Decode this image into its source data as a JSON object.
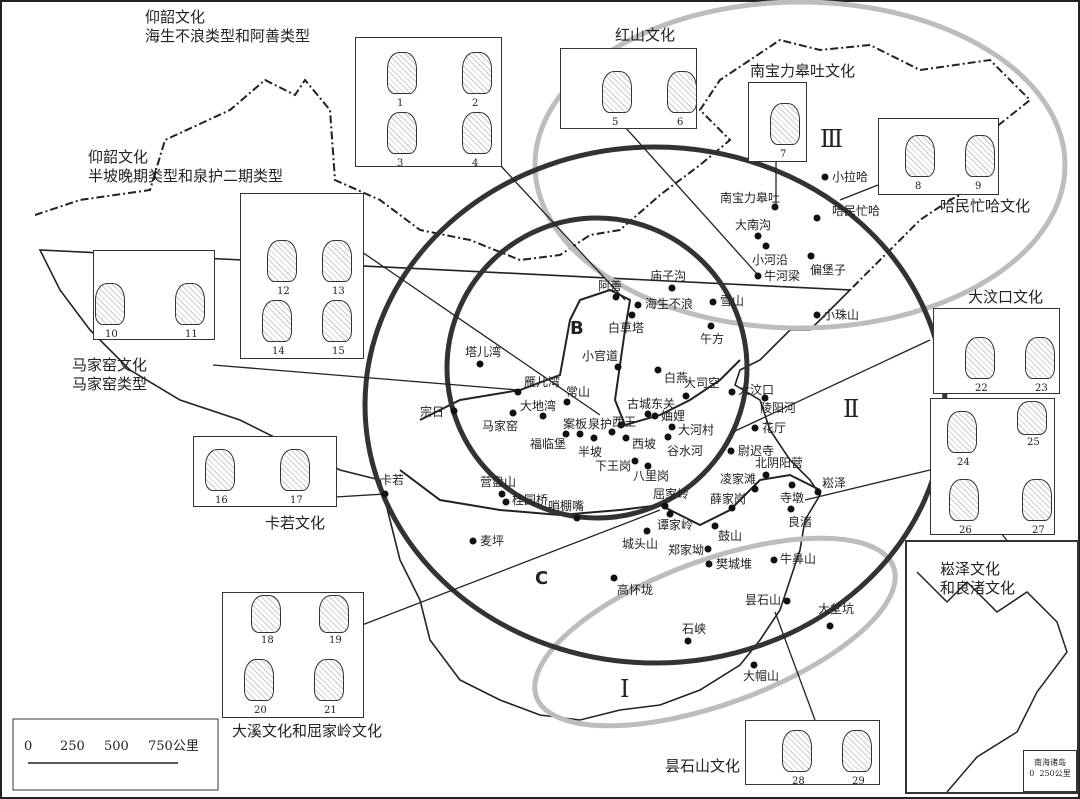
{
  "cultures": [
    {
      "id": "yangshao-hai",
      "lines": [
        "仰韶文化",
        "海生不浪类型和阿善类型"
      ]
    },
    {
      "id": "hongshan",
      "lines": [
        "红山文化"
      ]
    },
    {
      "id": "nanbao",
      "lines": [
        "南宝力皋吐文化"
      ]
    },
    {
      "id": "hamin",
      "lines": [
        "哈民忙哈文化"
      ]
    },
    {
      "id": "yangshao-banpo",
      "lines": [
        "仰韶文化",
        "半坡晚期类型和泉护二期类型"
      ]
    },
    {
      "id": "majiayao",
      "lines": [
        "马家窑文化",
        "马家窑类型"
      ]
    },
    {
      "id": "dawenkou",
      "lines": [
        "大汶口文化"
      ]
    },
    {
      "id": "karuo",
      "lines": [
        "卡若文化"
      ]
    },
    {
      "id": "daxi",
      "lines": [
        "大溪文化和屈家岭文化"
      ]
    },
    {
      "id": "songze",
      "lines": [
        "崧泽文化",
        "和良渚文化"
      ]
    },
    {
      "id": "tanshishan",
      "lines": [
        "昙石山文化"
      ]
    }
  ],
  "zones": {
    "roman": [
      "Ⅲ",
      "Ⅱ",
      "Ⅰ"
    ],
    "letters": [
      "B",
      "C"
    ]
  },
  "sites": [
    "阿善",
    "海生不浪",
    "白草塔",
    "庙子沟",
    "雪山",
    "午方",
    "小官道",
    "白燕",
    "大司空",
    "大汶口",
    "塔儿湾",
    "雁儿湾",
    "常山",
    "宗日",
    "马家窑",
    "大地湾",
    "古城东关",
    "西王",
    "妯娌",
    "大河村",
    "案板",
    "泉护",
    "福临堡",
    "半坡",
    "西坡",
    "谷水河",
    "下王岗",
    "八里岗",
    "营盘山",
    "桂园桥",
    "哨棚嘴",
    "卡若",
    "麦坪",
    "小拉哈",
    "南宝力皋吐",
    "哈民忙哈",
    "大南沟",
    "小河沿",
    "偏堡子",
    "牛河梁",
    "小珠山",
    "陵阳河",
    "花厅",
    "尉迟寺",
    "北阴阳营",
    "凌家滩",
    "寺墩",
    "崧泽",
    "薛家岗",
    "屈家岭",
    "谭家岭",
    "良渚",
    "鼓山",
    "城头山",
    "郑家坳",
    "樊城堆",
    "牛鼻山",
    "高怀垅",
    "昙石山",
    "大坌坑",
    "石峡",
    "大帽山"
  ],
  "pottery_numbers": [
    "1",
    "2",
    "3",
    "4",
    "5",
    "6",
    "7",
    "8",
    "9",
    "10",
    "11",
    "12",
    "13",
    "14",
    "15",
    "16",
    "17",
    "18",
    "19",
    "20",
    "21",
    "22",
    "23",
    "24",
    "25",
    "26",
    "27",
    "28",
    "29"
  ],
  "scale": {
    "ticks": [
      "0",
      "250",
      "500",
      "750公里"
    ]
  },
  "inset": {
    "title": "南海诸岛",
    "scale": "0  250公里"
  }
}
